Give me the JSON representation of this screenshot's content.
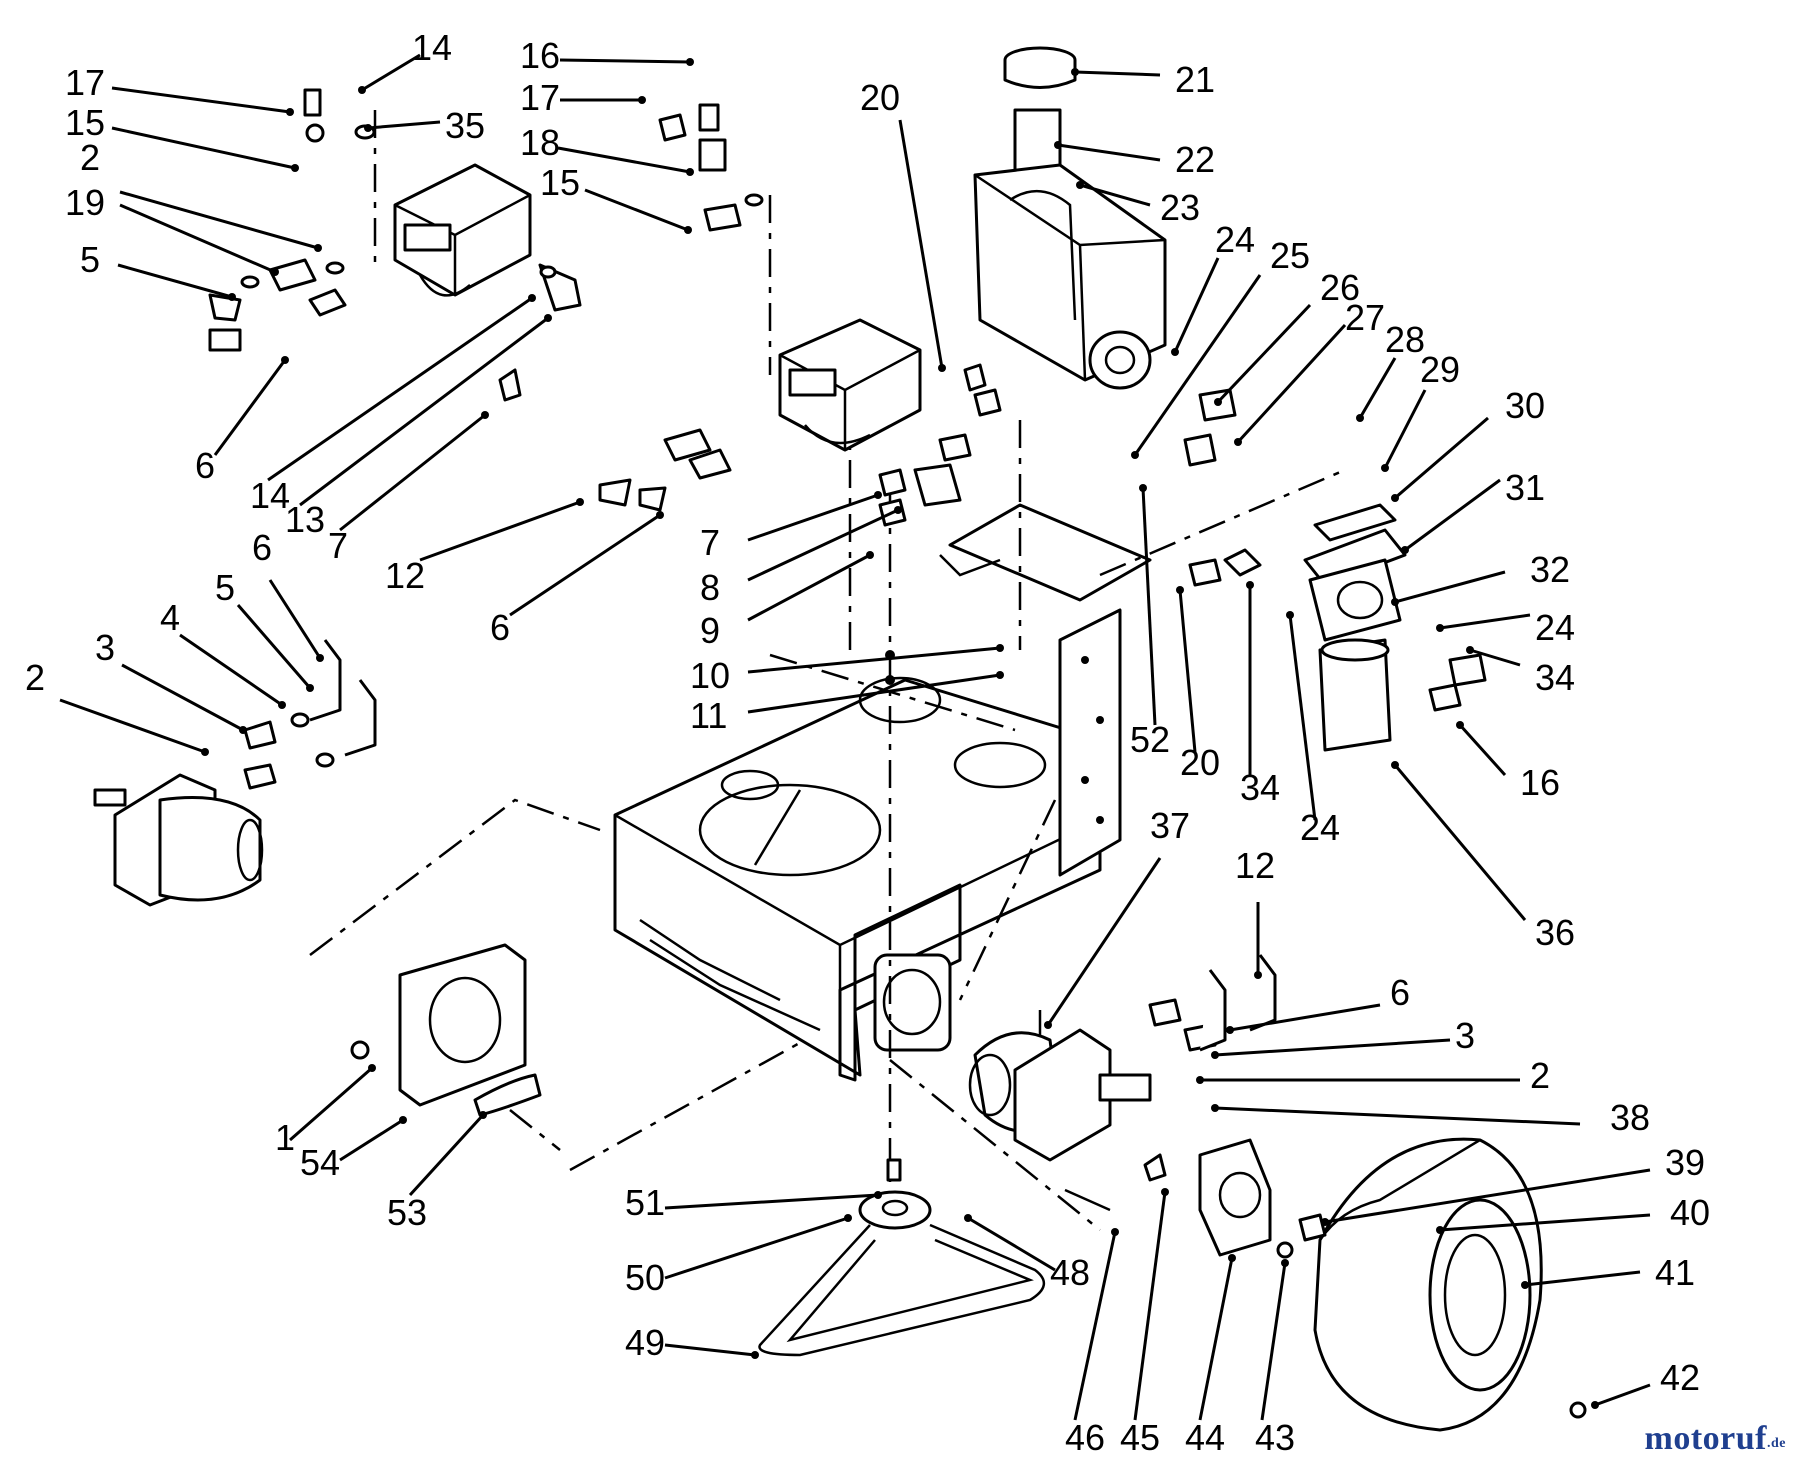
{
  "watermark": {
    "text": "motoruf",
    "tld": ".de"
  },
  "callouts": [
    {
      "label": "17"
    },
    {
      "label": "14"
    },
    {
      "label": "15"
    },
    {
      "label": "35"
    },
    {
      "label": "2"
    },
    {
      "label": "19"
    },
    {
      "label": "5"
    },
    {
      "label": "6"
    },
    {
      "label": "14"
    },
    {
      "label": "13"
    },
    {
      "label": "7"
    },
    {
      "label": "16"
    },
    {
      "label": "17"
    },
    {
      "label": "18"
    },
    {
      "label": "15"
    },
    {
      "label": "20"
    },
    {
      "label": "21"
    },
    {
      "label": "22"
    },
    {
      "label": "23"
    },
    {
      "label": "24"
    },
    {
      "label": "25"
    },
    {
      "label": "26"
    },
    {
      "label": "27"
    },
    {
      "label": "28"
    },
    {
      "label": "29"
    },
    {
      "label": "30"
    },
    {
      "label": "31"
    },
    {
      "label": "32"
    },
    {
      "label": "24"
    },
    {
      "label": "34"
    },
    {
      "label": "16"
    },
    {
      "label": "36"
    },
    {
      "label": "12"
    },
    {
      "label": "6"
    },
    {
      "label": "7"
    },
    {
      "label": "8"
    },
    {
      "label": "9"
    },
    {
      "label": "10"
    },
    {
      "label": "11"
    },
    {
      "label": "52"
    },
    {
      "label": "20"
    },
    {
      "label": "34"
    },
    {
      "label": "24"
    },
    {
      "label": "6"
    },
    {
      "label": "5"
    },
    {
      "label": "4"
    },
    {
      "label": "3"
    },
    {
      "label": "2"
    },
    {
      "label": "37"
    },
    {
      "label": "12"
    },
    {
      "label": "6"
    },
    {
      "label": "3"
    },
    {
      "label": "2"
    },
    {
      "label": "38"
    },
    {
      "label": "39"
    },
    {
      "label": "40"
    },
    {
      "label": "41"
    },
    {
      "label": "42"
    },
    {
      "label": "1"
    },
    {
      "label": "54"
    },
    {
      "label": "53"
    },
    {
      "label": "51"
    },
    {
      "label": "50"
    },
    {
      "label": "48"
    },
    {
      "label": "49"
    },
    {
      "label": "46"
    },
    {
      "label": "45"
    },
    {
      "label": "44"
    },
    {
      "label": "43"
    }
  ]
}
